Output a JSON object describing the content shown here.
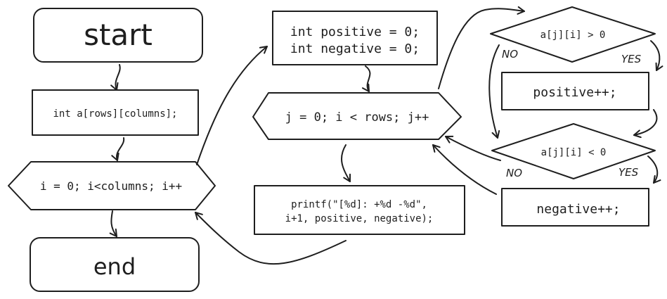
{
  "nodes": {
    "start": "start",
    "declare_array": "int a[rows][columns];",
    "loop_i": "i = 0; i<columns; i++",
    "end": "end",
    "init_positive": "int positive = 0;",
    "init_negative": "int negative = 0;",
    "loop_j": "j = 0; i < rows; j++",
    "printf_line1": "printf(\"[%d]: +%d -%d\",",
    "printf_line2": "i+1, positive, negative);",
    "cond_positive": "a[j][i] > 0",
    "inc_positive": "positive++;",
    "cond_negative": "a[j][i] < 0",
    "inc_negative": "negative++;"
  },
  "edge_labels": {
    "pos_no": "NO",
    "pos_yes": "YES",
    "neg_no": "NO",
    "neg_yes": "YES"
  }
}
